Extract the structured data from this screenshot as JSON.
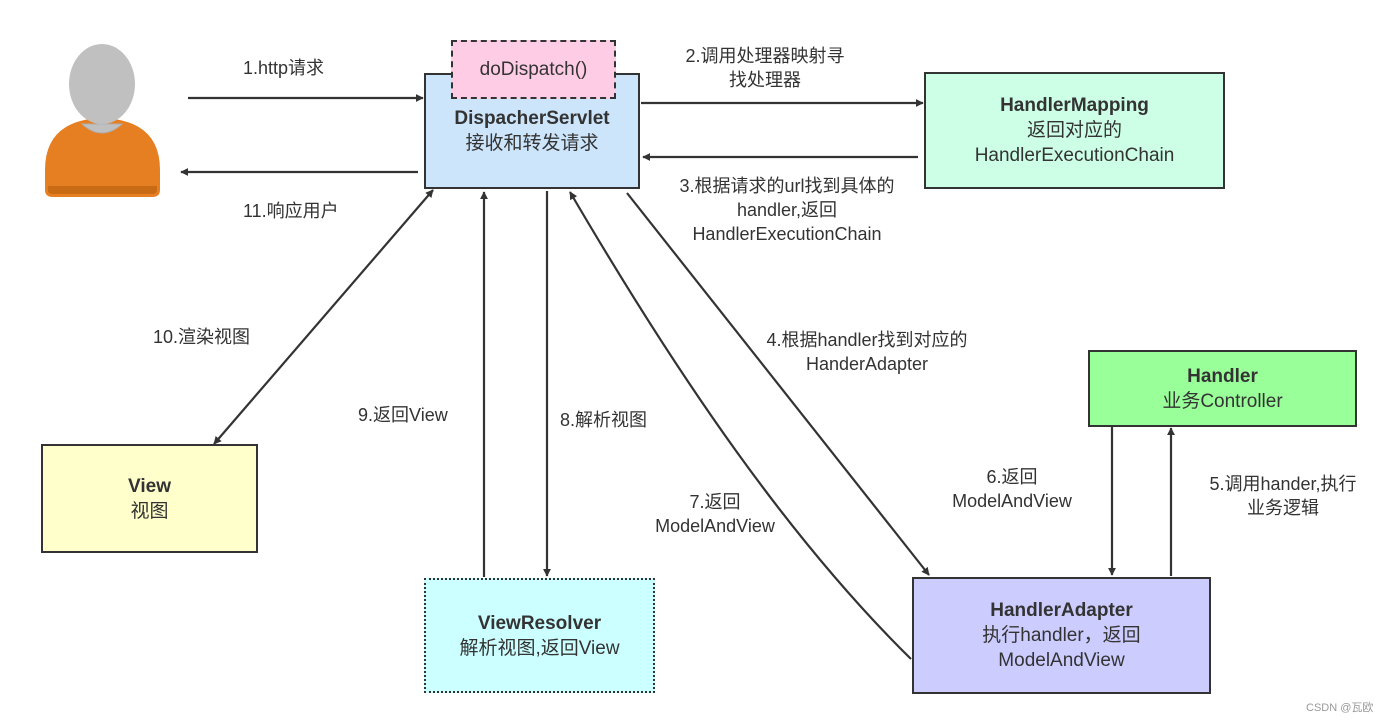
{
  "colors": {
    "dispatcher": "#cce5fb",
    "dodispatch": "#ffcce6",
    "mapping": "#ccffe6",
    "handler": "#99ff99",
    "adapter": "#ccccff",
    "view": "#ffffcc",
    "resolver": "#ccffff",
    "user_body": "#e67e22",
    "user_head": "#c0c0c0",
    "arrow": "#333333"
  },
  "icons": {
    "user": "user-avatar-icon"
  },
  "nodes": {
    "dodispatch": {
      "title": "doDispatch()"
    },
    "dispatcher": {
      "title": "DispacherServlet",
      "subtitle": "接收和转发请求"
    },
    "mapping": {
      "title": "HandlerMapping",
      "subtitle_1": "返回对应的",
      "subtitle_2": "HandlerExecutionChain"
    },
    "handler": {
      "title": "Handler",
      "subtitle": "业务Controller"
    },
    "adapter": {
      "title": "HandlerAdapter",
      "subtitle_1": "执行handler，返回",
      "subtitle_2": "ModelAndView"
    },
    "view": {
      "title": "View",
      "subtitle": "视图"
    },
    "resolver": {
      "title": "ViewResolver",
      "subtitle": "解析视图,返回View"
    }
  },
  "steps": {
    "s1": "1.http请求",
    "s2_1": "2.调用处理器映射寻",
    "s2_2": "找处理器",
    "s3_1": "3.根据请求的url找到具体的",
    "s3_2": "handler,返回",
    "s3_3": "HandlerExecutionChain",
    "s4_1": "4.根据handler找到对应的",
    "s4_2": "HanderAdapter",
    "s5_1": "5.调用hander,执行",
    "s5_2": "业务逻辑",
    "s6_1": "6.返回",
    "s6_2": "ModelAndView",
    "s7_1": "7.返回",
    "s7_2": "ModelAndView",
    "s8": "8.解析视图",
    "s9": "9.返回View",
    "s10": "10.渲染视图",
    "s11": "11.响应用户"
  },
  "footer": {
    "watermark": "CSDN @瓦欧"
  }
}
